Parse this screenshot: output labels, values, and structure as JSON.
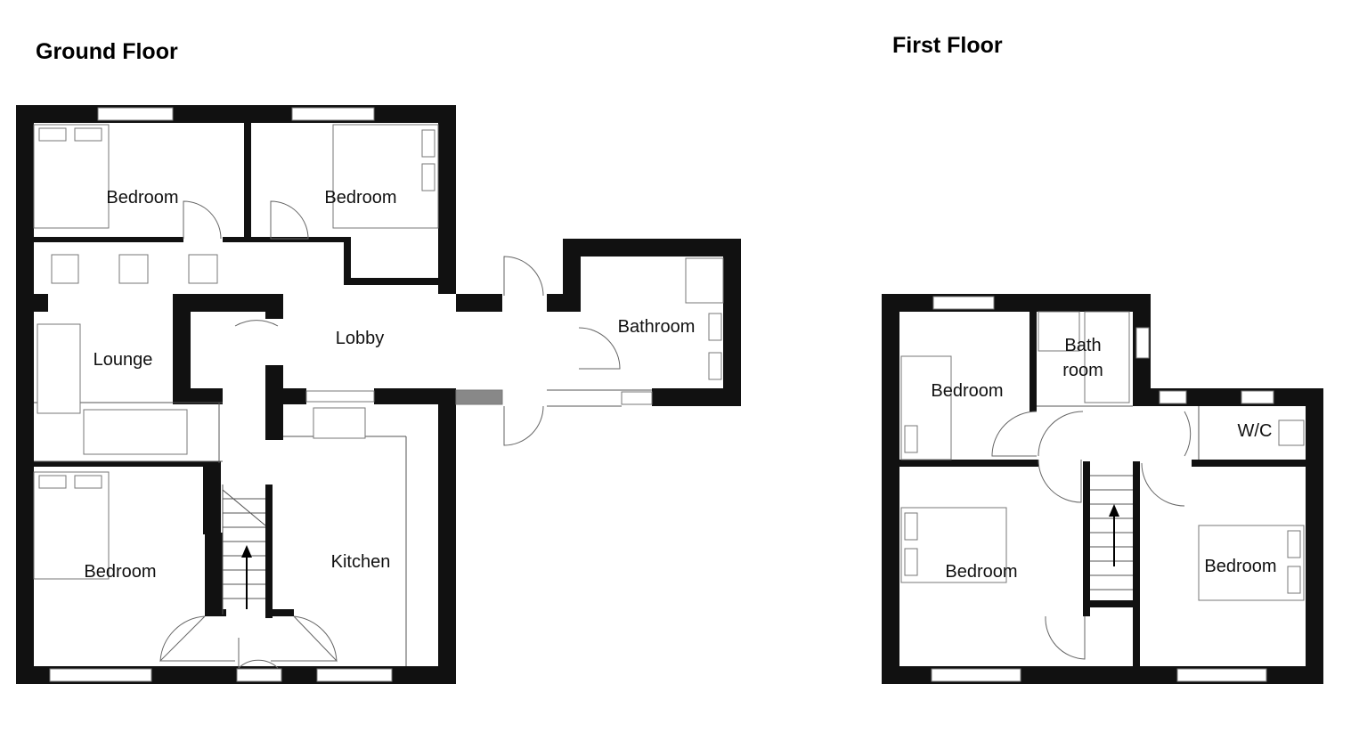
{
  "titles": {
    "ground_floor": "Ground Floor",
    "first_floor": "First Floor"
  },
  "ground_floor_rooms": {
    "bedroom_1": "Bedroom",
    "bedroom_2": "Bedroom",
    "lounge": "Lounge",
    "lobby": "Lobby",
    "bathroom": "Bathroom",
    "bedroom_3": "Bedroom",
    "kitchen": "Kitchen"
  },
  "first_floor_rooms": {
    "bedroom_1": "Bedroom",
    "bathroom_line1": "Bath",
    "bathroom_line2": "room",
    "wc": "W/C",
    "bedroom_2": "Bedroom",
    "bedroom_3": "Bedroom"
  },
  "colors": {
    "wall": "#111111",
    "background": "#ffffff"
  }
}
